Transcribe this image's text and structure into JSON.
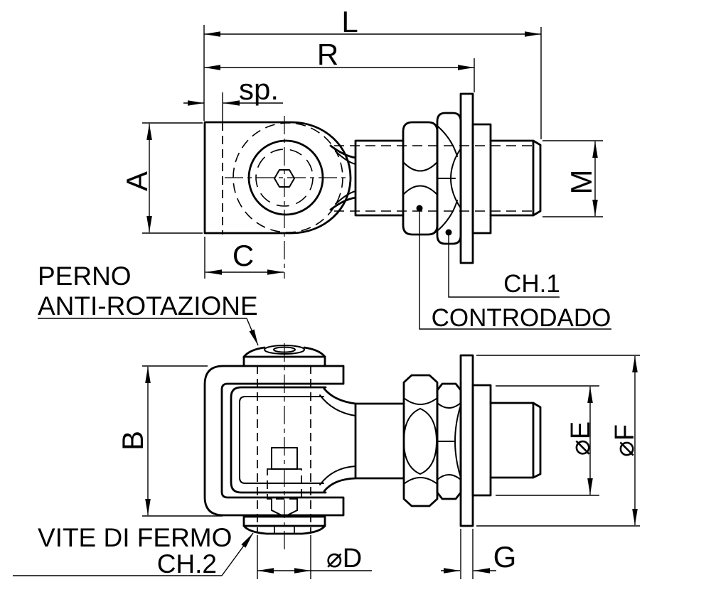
{
  "drawing": {
    "background": "#ffffff",
    "line_color": "#000000",
    "views": {
      "top": {
        "dim_labels": {
          "L": "L",
          "R": "R",
          "sp": "sp.",
          "A": "A",
          "C": "C",
          "M": "M"
        },
        "callouts": {
          "ch1": "CH.1",
          "controdado": "CONTRODADO"
        }
      },
      "front": {
        "dim_labels": {
          "B": "B",
          "D": "⌀D",
          "G": "G",
          "E": "⌀E",
          "F": "⌀F"
        },
        "callouts": {
          "perno_line1": "PERNO",
          "perno_line2": "ANTI-ROTAZIONE",
          "vite_di_fermo": "VITE DI FERMO",
          "ch2": "CH.2"
        }
      }
    }
  }
}
